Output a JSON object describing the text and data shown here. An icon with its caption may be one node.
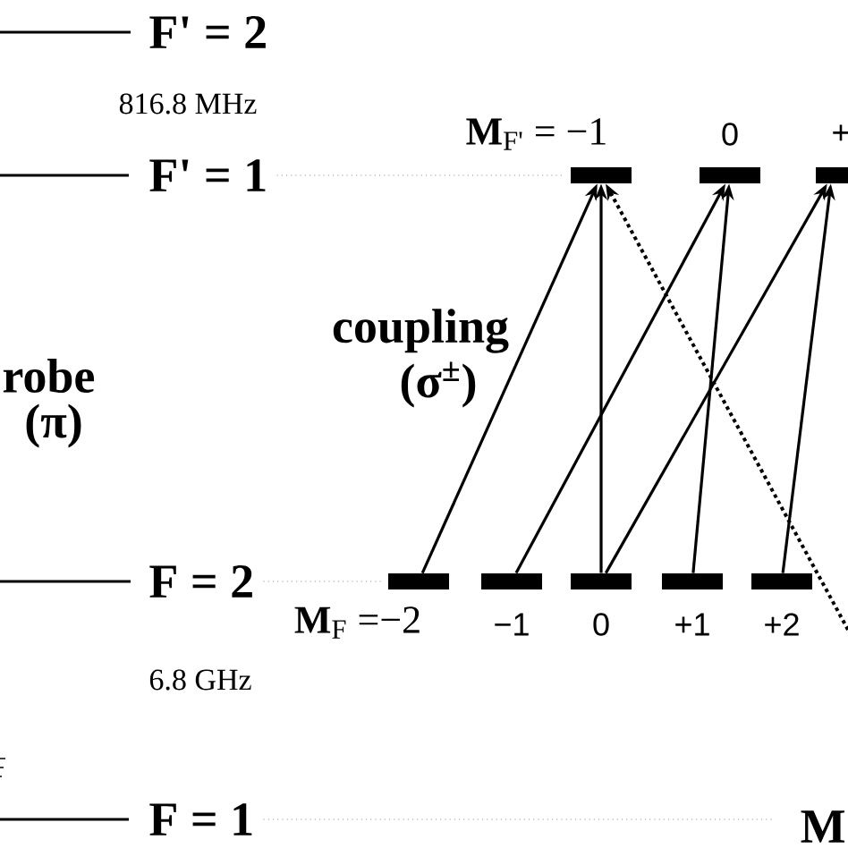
{
  "diagram": {
    "nodes": [
      {
        "text": [
          "F' = 1"
        ]
      },
      {
        "text": [],
        "shape": "bar"
      },
      {
        "text": [],
        "shape": "bar"
      },
      {
        "text": [],
        "shape": "bar"
      },
      {
        "text": [
          "F = 2"
        ]
      },
      {
        "text": [],
        "shape": "bar"
      },
      {
        "text": [],
        "shape": "bar"
      },
      {
        "text": [],
        "shape": "bar"
      },
      {
        "text": [],
        "shape": "bar"
      },
      {
        "text": [],
        "shape": "bar"
      },
      {
        "text": [
          "F = 1"
        ]
      }
    ],
    "edges": [
      {
        "from": 0,
        "to": 1,
        "arrow": "none",
        "style": "dashed",
        "color": "#999999"
      },
      {
        "from": 5,
        "to": 1,
        "arrow": "to"
      },
      {
        "from": 7,
        "to": 1,
        "arrow": "to"
      },
      {
        "from": 6,
        "to": 2,
        "arrow": "to"
      },
      {
        "from": 8,
        "to": 2,
        "arrow": "to"
      },
      {
        "from": 7,
        "to": 3,
        "arrow": "to"
      },
      {
        "from": 9,
        "to": 3,
        "arrow": "to"
      },
      {
        "from": null,
        "to": 1,
        "arrow": "to",
        "style": "dashed"
      },
      {
        "from": 4,
        "to": 5,
        "arrow": "none",
        "style": "dashed",
        "color": "#999999"
      },
      {
        "from": 10,
        "to": null,
        "arrow": "none",
        "style": "dashed",
        "color": "#999999"
      }
    ],
    "labels": [
      "F' = 2",
      "816.8 MHz",
      "**M**$_{F'}$ = −1",
      "0",
      "+",
      "coupling",
      "robe",
      "(σ$^{±}$)",
      "(π)",
      "**M**$_{F}$ =−2",
      "−1",
      "0",
      "+1",
      "+2",
      "6.8 GHz",
      "M"
    ]
  }
}
